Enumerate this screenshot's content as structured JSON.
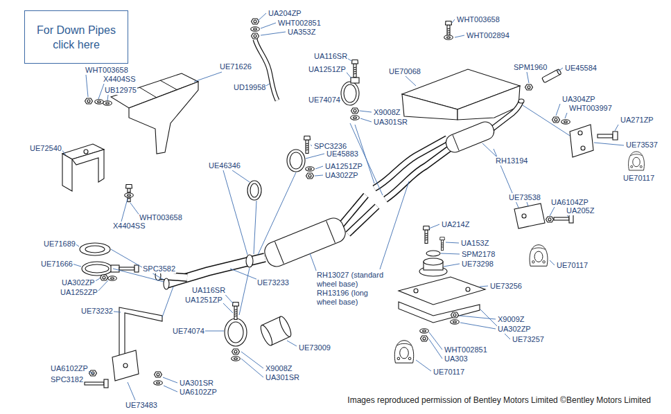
{
  "diagram": {
    "nodes": [
      {
        "text": [
          "For Down Pipes click here"
        ]
      }
    ],
    "labels": [
      "UA204ZP",
      "WHT002851",
      "UA353Z",
      "WHT003658",
      "WHT002894",
      "UE71626",
      "UD19958",
      "UA116SR",
      "UA1251ZP",
      "UE74074",
      "UE70068",
      "SPM1960",
      "UE45584",
      "WHT003658",
      "X4404SS",
      "UB12975",
      "UA304ZP",
      "WHT003997",
      "UA271ZP",
      "X9008Z",
      "UA301SR",
      "SPC3236",
      "UE46346",
      "UE45883",
      "UA1251ZP",
      "UA302ZP",
      "RH13194",
      "UE73537",
      "UE72540",
      "UE70117",
      "UE73538",
      "UA6104ZP",
      "UA205Z",
      "WHT003658",
      "X4404SS",
      "UA214Z",
      "UE71689",
      "UA153Z",
      "SPM2178",
      "UE73298",
      "UE71666",
      "UE70117",
      "SPC3582",
      "UA302ZP",
      "UA1252ZP",
      "UE73233",
      "RH13027 (standard wheel base)",
      "RH13196 (long wheel base)",
      "UE73256",
      "UA116SR",
      "UA1251ZP",
      "X9009Z",
      "UA302ZP",
      "UE73257",
      "UE73232",
      "UE74074",
      "UE73009",
      "WHT002851",
      "UA303",
      "X9008Z",
      "UA301SR",
      "UA6102ZP",
      "SPC3182",
      "UA301SR",
      "UA6102ZP",
      "UE70117",
      "UE73483",
      "Images reproduced permission of Bentley Motors Limited ©Bentley Motors Limited"
    ]
  }
}
